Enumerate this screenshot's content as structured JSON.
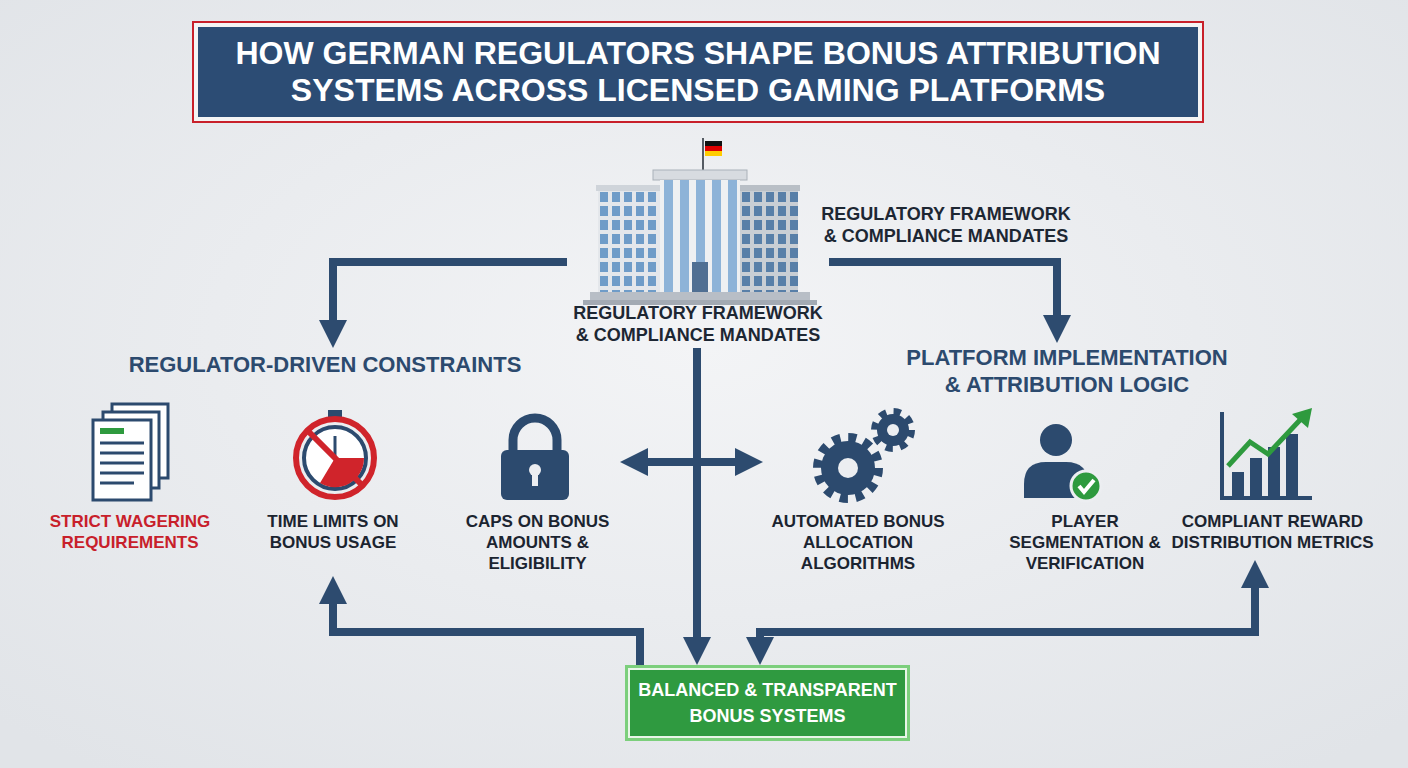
{
  "diagram": {
    "title": "HOW GERMAN REGULATORS SHAPE BONUS ATTRIBUTION SYSTEMS ACROSS LICENSED GAMING PLATFORMS",
    "nodes": [
      {
        "text": [
          "REGULATORY FRAMEWORK & COMPLIANCE MANDATES"
        ]
      },
      {
        "text": [
          "REGULATOR-DRIVEN CONSTRAINTS"
        ]
      },
      {
        "text": [
          "PLATFORM IMPLEMENTATION & ATTRIBUTION LOGIC"
        ]
      },
      {
        "text": [
          "STRICT WAGERING REQUIREMENTS"
        ]
      },
      {
        "text": [
          "TIME LIMITS ON BONUS USAGE"
        ]
      },
      {
        "text": [
          "CAPS ON BONUS AMOUNTS & ELIGIBILITY"
        ]
      },
      {
        "text": [
          "AUTOMATED BONUS ALLOCATION ALGORITHMS"
        ]
      },
      {
        "text": [
          "PLAYER SEGMENTATION & VERIFICATION"
        ]
      },
      {
        "text": [
          "COMPLIANT REWARD DISTRIBUTION METRICS"
        ]
      },
      {
        "text": [
          "BALANCED & TRANSPARENT BONUS SYSTEMS"
        ]
      }
    ],
    "edges": [
      {
        "from": 0,
        "to": 1,
        "arrow": "to"
      },
      {
        "from": 0,
        "to": 2,
        "arrow": "to"
      },
      {
        "from": 0,
        "to": 9,
        "arrow": "to"
      },
      {
        "from": 5,
        "to": 6,
        "arrow": "both"
      },
      {
        "from": 9,
        "to": 4,
        "arrow": "to"
      },
      {
        "from": 9,
        "to": 8,
        "arrow": "both"
      }
    ],
    "labels": [
      "REGULATORY FRAMEWORK & COMPLIANCE MANDATES"
    ]
  }
}
